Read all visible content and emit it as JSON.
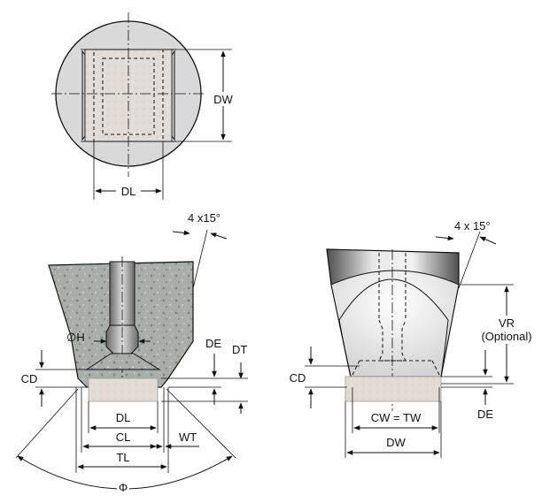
{
  "labels": {
    "dw_top": "DW",
    "dl_top": "DL",
    "chamfer_left": "4 x15°",
    "chamfer_right": "4 x 15°",
    "dia_h": "∅H",
    "de_left": "DE",
    "dt": "DT",
    "cd_left": "CD",
    "dl_bottom": "DL",
    "cl": "CL",
    "wt": "WT",
    "tl": "TL",
    "phi": "Φ",
    "vr": "VR",
    "vr_note": "(Optional)",
    "cd_right": "CD",
    "de_right": "DE",
    "cw_tw": "CW = TW",
    "dw_right": "DW"
  },
  "colors": {
    "stone": "#a9aeaa",
    "insert": "#e2dcd6",
    "metal_dark": "#5a5a5a",
    "metal_light": "#e8e8e8",
    "circle_fill": "#d6d6d6"
  }
}
